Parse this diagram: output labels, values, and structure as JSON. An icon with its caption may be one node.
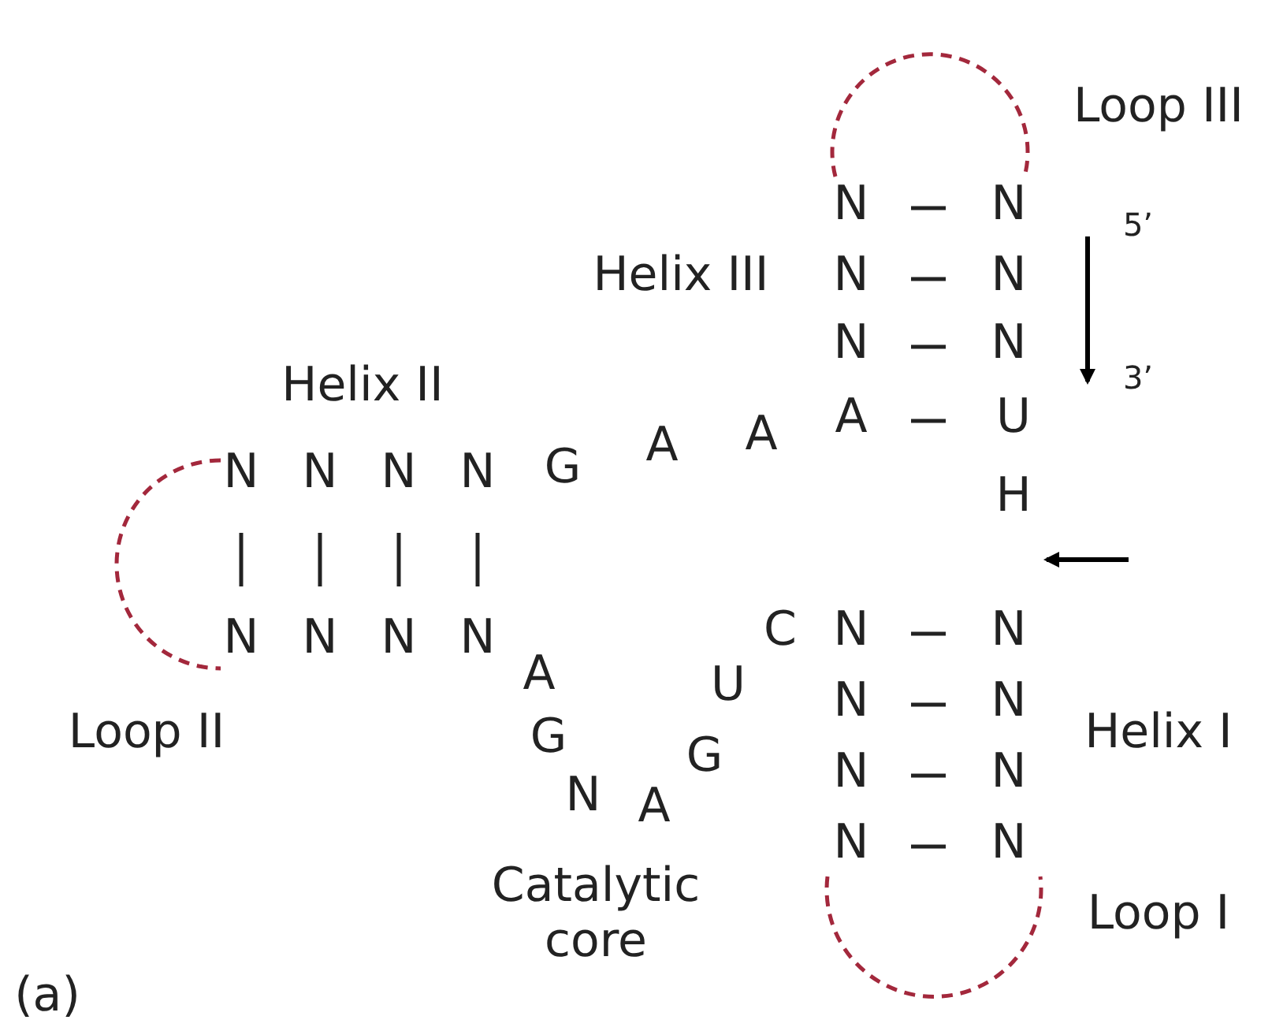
{
  "diagram": {
    "labels": [
      "Loop III",
      "N",
      "N",
      "5’",
      "Helix III",
      "N",
      "N",
      "N",
      "N",
      "3’",
      "Helix II",
      "N",
      "N",
      "N",
      "N",
      "G",
      "A",
      "A",
      "A",
      "U",
      "H",
      "N",
      "N",
      "N",
      "N",
      "C",
      "N",
      "N",
      "A",
      "U",
      "N",
      "N",
      "Loop II",
      "G",
      "G",
      "Helix I",
      "N",
      "A",
      "N",
      "N",
      "N",
      "N",
      "Catalytic core",
      "Loop I",
      "(a)"
    ]
  }
}
